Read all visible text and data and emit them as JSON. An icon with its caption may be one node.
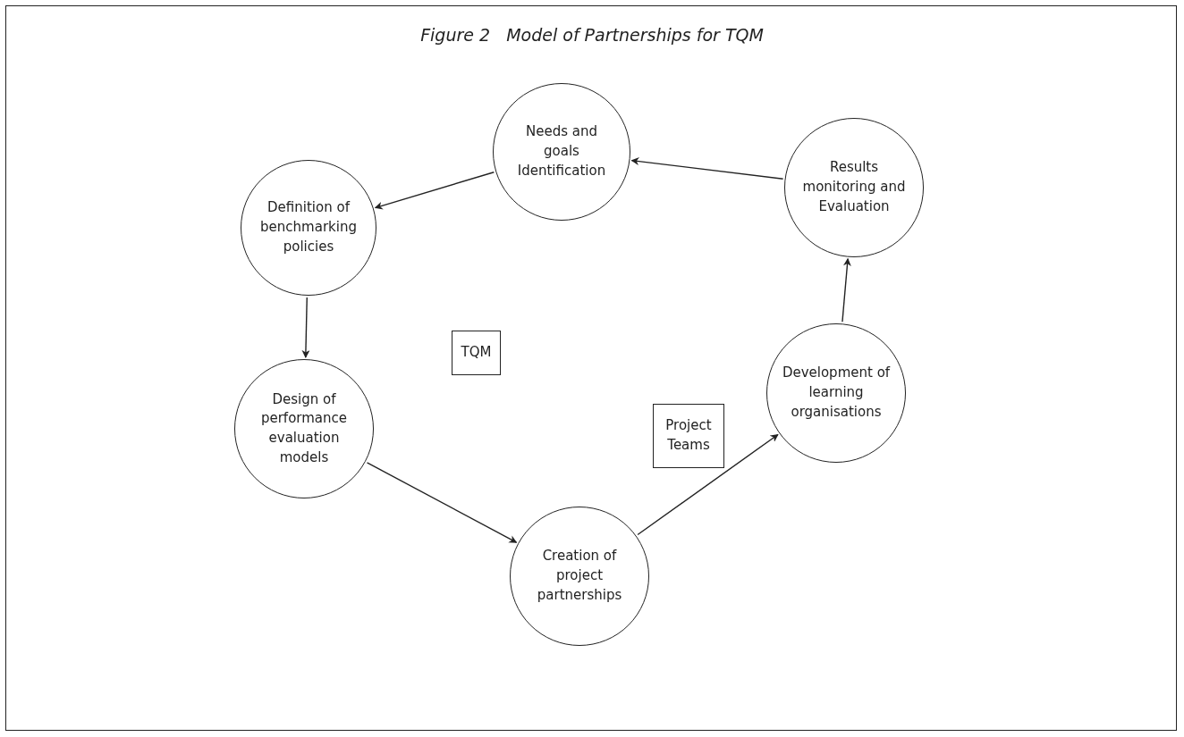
{
  "diagram": {
    "title": "Figure 2   Model of Partnerships for TQM",
    "nodes": [
      {
        "text": [
          "Needs and  goals Identification"
        ]
      },
      {
        "text": [
          "Results monitoring and  Evaluation"
        ]
      },
      {
        "text": [
          "Definition of benchmarking policies"
        ]
      },
      {
        "text": [
          "TQM"
        ]
      },
      {
        "text": [
          "Design of performance evaluation models"
        ]
      },
      {
        "text": [
          "Project Teams"
        ]
      },
      {
        "text": [
          "Development of learning organisations"
        ]
      },
      {
        "text": [
          "Creation of project partnerships"
        ]
      }
    ],
    "edges": [
      {
        "from": 0,
        "to": 2,
        "arrow": "to"
      },
      {
        "from": 2,
        "to": 4,
        "arrow": "to"
      },
      {
        "from": 4,
        "to": 7,
        "arrow": "to"
      },
      {
        "from": 7,
        "to": 6,
        "arrow": "to"
      },
      {
        "from": 6,
        "to": 1,
        "arrow": "to"
      },
      {
        "from": 1,
        "to": 0,
        "arrow": "to"
      }
    ]
  }
}
